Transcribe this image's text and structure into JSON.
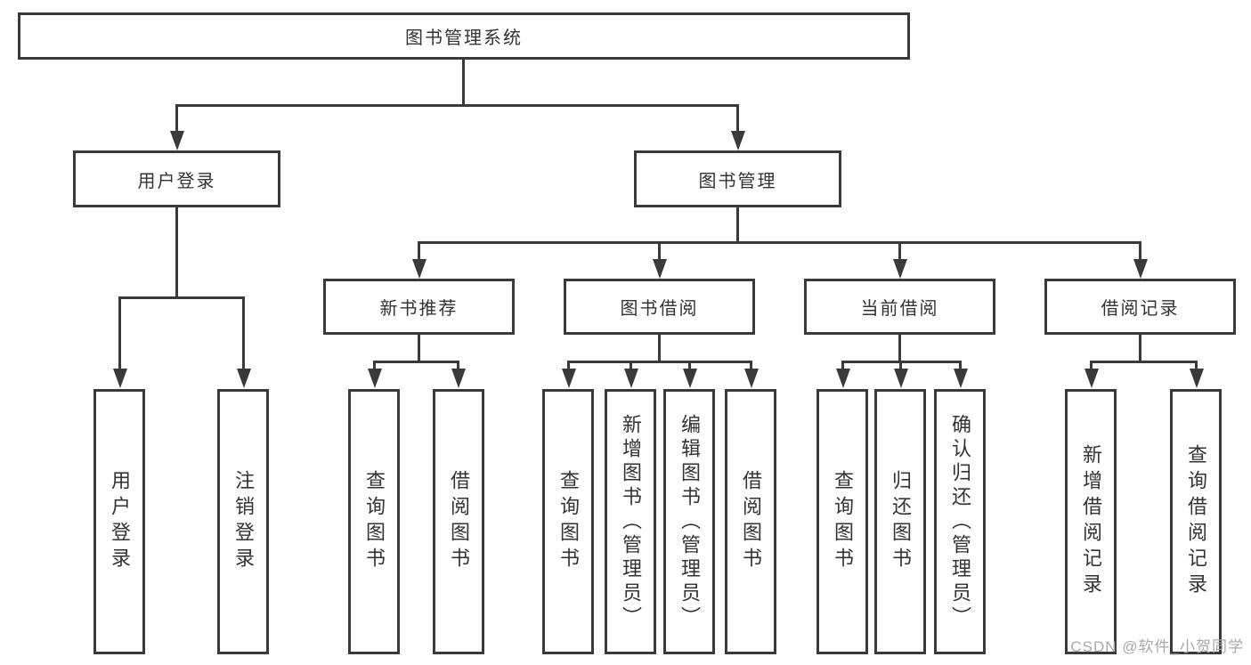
{
  "diagram": {
    "root": "图书管理系统",
    "level2": [
      "用户登录",
      "图书管理"
    ],
    "level3": [
      "新书推荐",
      "图书借阅",
      "当前借阅",
      "借阅记录"
    ],
    "leaves": {
      "user_login": [
        "用户登录",
        "注销登录"
      ],
      "new_book_recommend": [
        "查询图书",
        "借阅图书"
      ],
      "book_borrow": [
        "查询图书",
        "新增图书（管理员）",
        "编辑图书（管理员）",
        "借阅图书"
      ],
      "current_borrow": [
        "查询图书",
        "归还图书",
        "确认归还（管理员）"
      ],
      "borrow_record": [
        "新增借阅记录",
        "查询借阅记录"
      ]
    }
  },
  "watermark": "CSDN @软件_小贺同学",
  "colors": {
    "line": "#3a3a3a",
    "text": "#333333",
    "watermark": "#a9a9a9",
    "background": "#ffffff"
  }
}
